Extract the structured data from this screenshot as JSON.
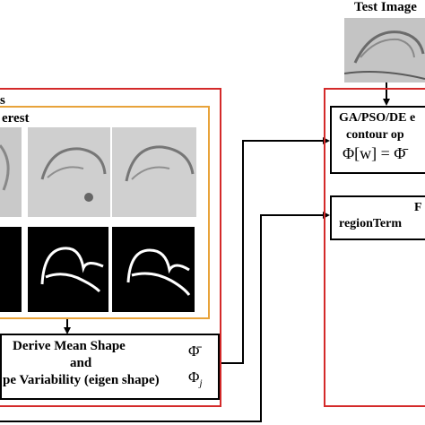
{
  "test_image": {
    "label": "Test Image"
  },
  "left_panel": {
    "title_fragment": "s",
    "subtitle_fragment": "erest"
  },
  "derive_box": {
    "line1": "Derive Mean Shape",
    "line2": "and",
    "line3": "pe Variability (eigen shape)",
    "symbol_mean": "Φ̄",
    "symbol_phi": "Φ",
    "symbol_phi_sub": "j"
  },
  "optimizer_box": {
    "line1": "GA/PSO/DE e",
    "line2": "contour op",
    "formula_left": "Φ[w] = ",
    "formula_right": "Φ̄"
  },
  "region_box": {
    "line1": "F",
    "line2": "regionTerm"
  },
  "colors": {
    "outer_frame": "#d42a2a",
    "inner_frame": "#e8a33a",
    "connector": "#000000"
  }
}
